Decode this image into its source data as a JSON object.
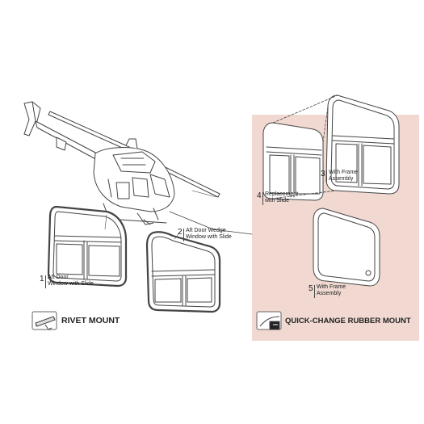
{
  "callouts": [
    {
      "num": "1",
      "line1": "Aft Door",
      "line2": "Window with Slide"
    },
    {
      "num": "2",
      "line1": "Aft Door Wedge",
      "line2": "Window with Slide"
    },
    {
      "num": "3",
      "line1": "With Frame",
      "line2": "Assembly"
    },
    {
      "num": "4",
      "line1": "Replacement",
      "line2": "with Slide"
    },
    {
      "num": "5",
      "line1": "With Frame",
      "line2": "Assembly"
    }
  ],
  "mounts": {
    "rivet": "RIVET MOUNT",
    "rubber": "QUICK-CHANGE RUBBER MOUNT"
  },
  "colors": {
    "panel": "#f1d9d2",
    "line": "#444444"
  }
}
